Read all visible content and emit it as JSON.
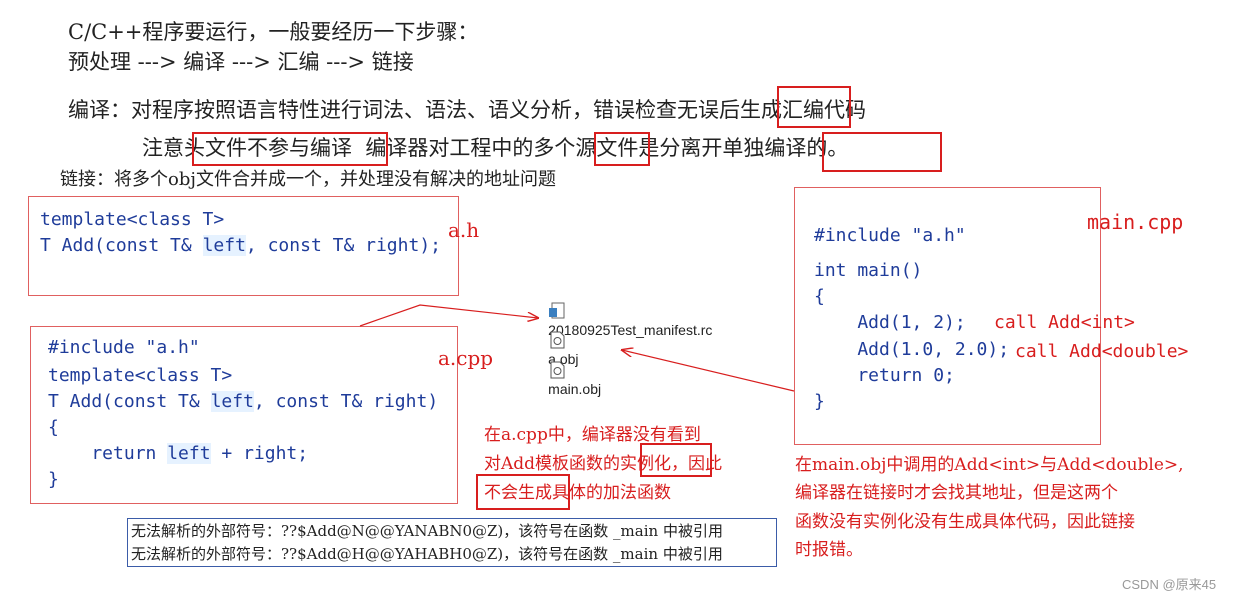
{
  "steps": {
    "line1": "C/C++程序要运行，一般要经历一下步骤：",
    "line2": "预处理 ---> 编译 ---> 汇编 ---> 链接"
  },
  "compile": {
    "prefix": "编译：对程序按照语言特性进行词法、语法、语义分析，错误检查",
    "highlight": "无误后",
    "suffix": "生成汇编代码"
  },
  "note": {
    "a": "注意",
    "b": "头文件不参与编译",
    "c": "  编译器对工程中的",
    "d": "多个",
    "e": "源文件是分离开",
    "f": "单独编译的",
    "g": "。"
  },
  "link_text": "链接：将多个obj文件合并成一个，并处理没有解决的地址问题",
  "a_h": {
    "label": "a.h",
    "code1": "template<class T>",
    "code2_pre": "T Add(const T& ",
    "code2_left": "left",
    "code2_mid": ", const T& right);"
  },
  "a_cpp": {
    "label": "a.cpp",
    "code1": "#include \"a.h\"",
    "code2": "template<class T>",
    "code3_pre": "T Add(const T& ",
    "code3_left": "left",
    "code3_post": ", const T& right)",
    "code4": "{",
    "code5_pre": "    return ",
    "code5_left": "left",
    "code5_post": " + right;",
    "code6": "}"
  },
  "main_cpp": {
    "label": "main.cpp",
    "code1": "#include \"a.h\"",
    "code2": "int main()",
    "code3": "{",
    "code4": "    Add(1, 2);",
    "code4_note": "call Add<int>",
    "code5": "    Add(1.0, 2.0);",
    "code5_note": "call Add<double>",
    "code6": "    return 0;",
    "code7": "}"
  },
  "files": [
    {
      "name": "20180925Test_manifest.rc",
      "icon": "rc-file-icon"
    },
    {
      "name": "a.obj",
      "icon": "obj-file-icon"
    },
    {
      "name": "main.obj",
      "icon": "obj-file-icon"
    }
  ],
  "acpp_note": {
    "l1": "在a.cpp中，编译器没有看到",
    "l2a": "对Add模板函数的",
    "l2b": "实例化",
    "l2c": "，因此",
    "l3a": "不会生成",
    "l3b": "具体的加法函数"
  },
  "main_note": {
    "l1": "在main.obj中调用的Add<int>与Add<double>,",
    "l2": "编译器在链接时才会找其地址，但是这两个",
    "l3": "函数没有实例化没有生成具体代码，因此链接",
    "l4": "时报错。"
  },
  "errors": [
    "无法解析的外部符号：??$Add@N@@YANABN0@Z)，该符号在函数 _main 中被引用",
    "无法解析的外部符号：??$Add@H@@YAHABH0@Z)，该符号在函数 _main 中被引用"
  ],
  "watermark": "CSDN @原来45",
  "colors": {
    "red": "#d81e1e",
    "code": "#1f3c9a",
    "highlight_bg": "#e6f2ff"
  }
}
